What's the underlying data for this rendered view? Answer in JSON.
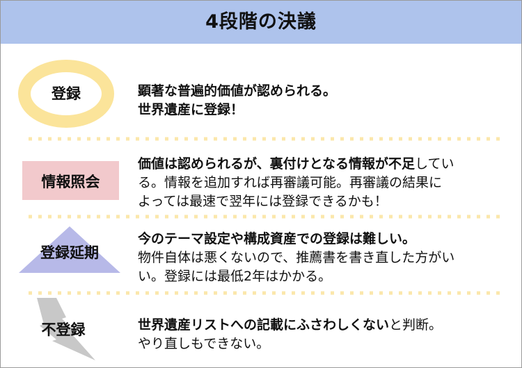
{
  "title": "4段階の決議",
  "colors": {
    "header_bg": "#aec3ec",
    "inscription": "#fbe49a",
    "referral": "#f2c9cc",
    "deferral": "#b7b9e8",
    "not_inscribed": "#c8c8c8",
    "divider": "#fbe7ab"
  },
  "stages": [
    {
      "label": "登録",
      "lines": [
        [
          {
            "t": "顕著な普遍的価値が認められる。",
            "b": true
          }
        ],
        [
          {
            "t": "世界遺産に登録！",
            "b": true
          }
        ]
      ]
    },
    {
      "label": "情報照会",
      "lines": [
        [
          {
            "t": "価値は認められるが、裏付けとなる情報が不足",
            "b": true
          },
          {
            "t": "してい",
            "b": false
          }
        ],
        [
          {
            "t": "る。情報を追加すれば再審議可能。再審議の結果に",
            "b": false
          }
        ],
        [
          {
            "t": "よっては最速で翌年には登録できるかも！",
            "b": false
          }
        ]
      ]
    },
    {
      "label": "登録延期",
      "lines": [
        [
          {
            "t": "今のテーマ設定や構成資産での登録は難しい。",
            "b": true
          }
        ],
        [
          {
            "t": "物件自体は悪くないので、推薦書を書き直した方がい",
            "b": false
          }
        ],
        [
          {
            "t": "い。登録には最低2年はかかる。",
            "b": false
          }
        ]
      ]
    },
    {
      "label": "不登録",
      "lines": [
        [
          {
            "t": "世界遺産リストへの記載にふさわしくない",
            "b": true
          },
          {
            "t": "と判断。",
            "b": false
          }
        ],
        [
          {
            "t": "やり直しもできない。",
            "b": false
          }
        ]
      ]
    }
  ]
}
